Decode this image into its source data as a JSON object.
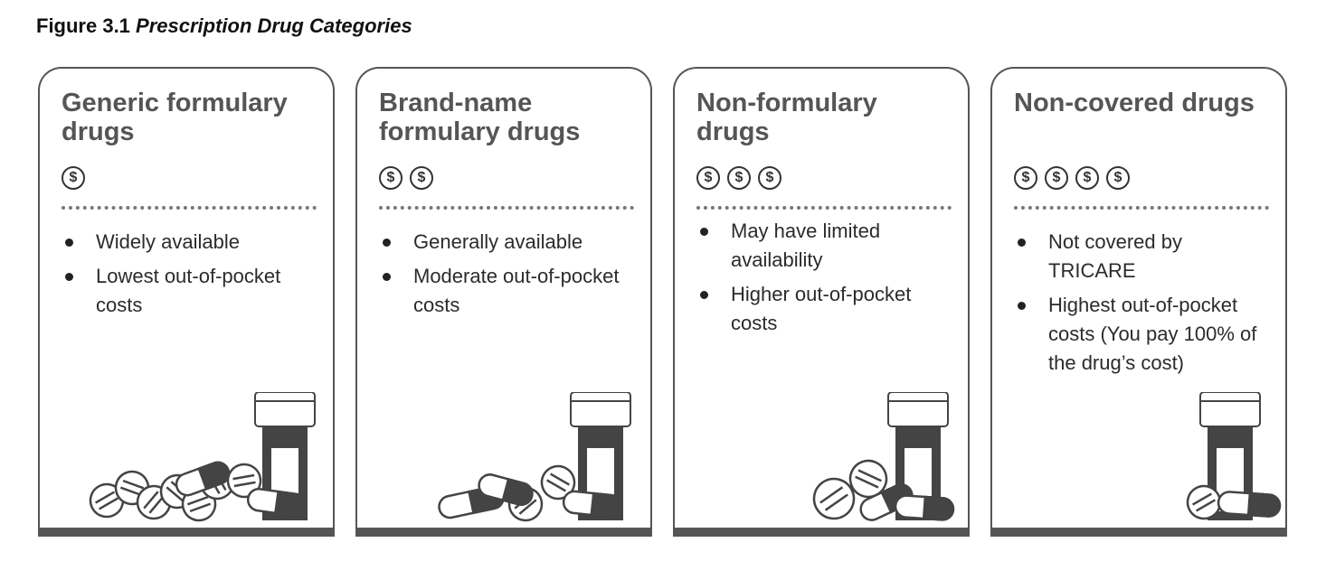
{
  "figure": {
    "number": "Figure 3.1",
    "title": "Prescription Drug Categories"
  },
  "panels": [
    {
      "title": "Generic formulary drugs",
      "coins": 1,
      "coin_symbol": "$",
      "bullets": [
        "Widely available",
        "Lowest out-of-pocket costs"
      ],
      "pills": "many"
    },
    {
      "title": "Brand-name formulary drugs",
      "coins": 2,
      "coin_symbol": "$",
      "bullets": [
        "Generally available",
        "Moderate out-of-pocket costs"
      ],
      "pills": "several"
    },
    {
      "title": "Non-formulary drugs",
      "coins": 3,
      "coin_symbol": "$",
      "bullets": [
        "May have limited availability",
        "Higher out-of-pocket costs"
      ],
      "pills": "few"
    },
    {
      "title": "Non-covered drugs",
      "coins": 4,
      "coin_symbol": "$",
      "bullets": [
        "Not covered by TRICARE",
        "Highest out-of-pocket costs (You pay 100% of the drug’s cost)"
      ],
      "pills": "fewest"
    }
  ],
  "colors": {
    "border": "#555555",
    "text": "#2b2b2b",
    "title": "#555555",
    "illustration": "#444444"
  },
  "icons": {
    "coin": "dollar-coin-icon",
    "bottle": "pill-bottle-icon",
    "pill": "pill-icon",
    "capsule": "capsule-icon"
  }
}
